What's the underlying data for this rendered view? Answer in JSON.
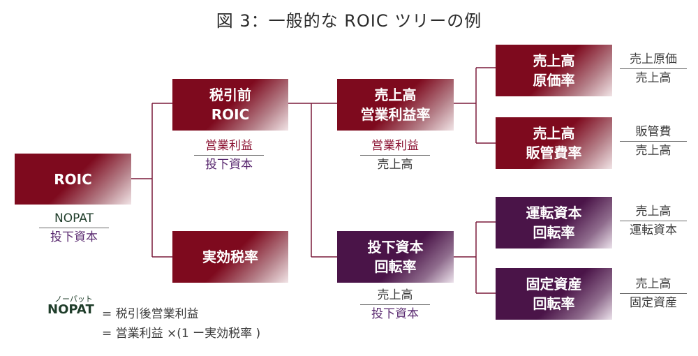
{
  "title": "図 3：一般的な ROIC ツリーの例",
  "nodes": {
    "roic": "ROIC",
    "pretax_roic": [
      "税引前",
      "ROIC"
    ],
    "tax_rate": "実効税率",
    "op_margin": [
      "売上高",
      "営業利益率"
    ],
    "capital_turnover": [
      "投下資本",
      "回転率"
    ],
    "cost_ratio": [
      "売上高",
      "原価率"
    ],
    "sga_ratio": [
      "売上高",
      "販管費率"
    ],
    "wc_turnover": [
      "運転資本",
      "回転率"
    ],
    "fa_turnover": [
      "固定資産",
      "回転率"
    ]
  },
  "formulas": {
    "roic": {
      "num": "NOPAT",
      "den": "投下資本"
    },
    "pretax_roic": {
      "num": "営業利益",
      "den": "投下資本"
    },
    "op_margin": {
      "num": "営業利益",
      "den": "売上高"
    },
    "capital_turnover": {
      "num": "売上高",
      "den": "投下資本"
    },
    "cost_ratio": {
      "num": "売上原価",
      "den": "売上高"
    },
    "sga_ratio": {
      "num": "販管費",
      "den": "売上高"
    },
    "wc_turnover": {
      "num": "売上高",
      "den": "運転資本"
    },
    "fa_turnover": {
      "num": "売上高",
      "den": "固定資産"
    }
  },
  "definition": {
    "ruby": "ノーパット",
    "term": "NOPAT",
    "line1": "= 税引後営業利益",
    "line2": "= 営業利益 ×(1 ー実効税率 )"
  },
  "colors": {
    "red": "#7e0a1e",
    "purple": "#4a1448",
    "connector": "#7a1a3a"
  }
}
